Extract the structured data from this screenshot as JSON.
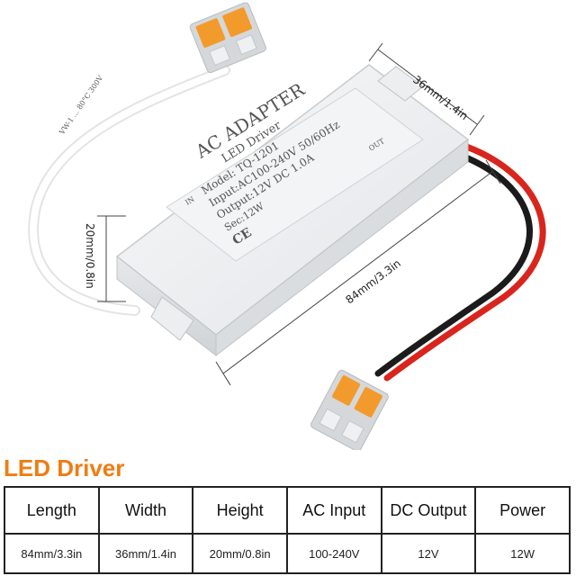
{
  "title": "LED Driver",
  "dimensions": {
    "width": "36mm/1.4in",
    "height": "20mm/0.8in",
    "length": "84mm/3.3in"
  },
  "product_label": {
    "line1": "AC  ADAPTER",
    "line2": "LED Driver",
    "line3": "Model: TQ-1201",
    "line4": "Input:AC100-240V 50/60Hz",
    "line5": "Output:12V  DC 1.0A",
    "line6": "Sec:12W",
    "ce_mark": "CE",
    "in_label": "IN",
    "out_label": "OUT"
  },
  "cable_print": "VW-1  ...  80°C  300V",
  "colors": {
    "title": "#f07c12",
    "housing": "#eceef0",
    "connector_lever": "#f39a2c",
    "wire_red": "#d9251d",
    "wire_black": "#1b1b1b"
  },
  "table": {
    "headers": [
      "Length",
      "Width",
      "Height",
      "AC Input",
      "DC Output",
      "Power"
    ],
    "values": [
      "84mm/3.3in",
      "36mm/1.4in",
      "20mm/0.8in",
      "100-240V",
      "12V",
      "12W"
    ]
  }
}
